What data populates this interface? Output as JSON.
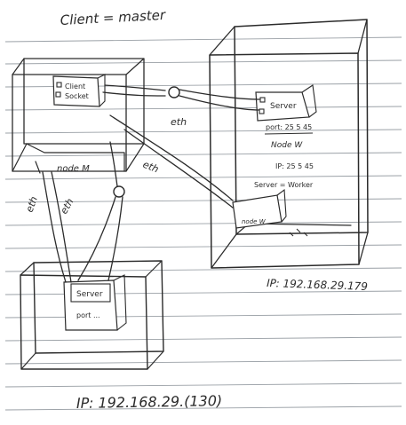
{
  "page": {
    "heading": "Client = master"
  },
  "master": {
    "client_socket_line1": "Client",
    "client_socket_line2": "Socket",
    "node_label": "node M"
  },
  "worker": {
    "server_label": "Server",
    "port_label": "port: 25 5 45",
    "node_label": "Node W",
    "ip_line": "IP: 25 5 45",
    "server_worker_label": "Server = Worker",
    "small_node_label": "node W",
    "ip_address": "IP: 192.168.29.179"
  },
  "bottom": {
    "server_label": "Server",
    "port_label": "port ...",
    "ip_address": "IP: 192.168.29.(130)"
  },
  "links": {
    "eth_top": "eth",
    "eth_middle": "eth",
    "eth_left": "eth",
    "eth_right": "eth"
  }
}
